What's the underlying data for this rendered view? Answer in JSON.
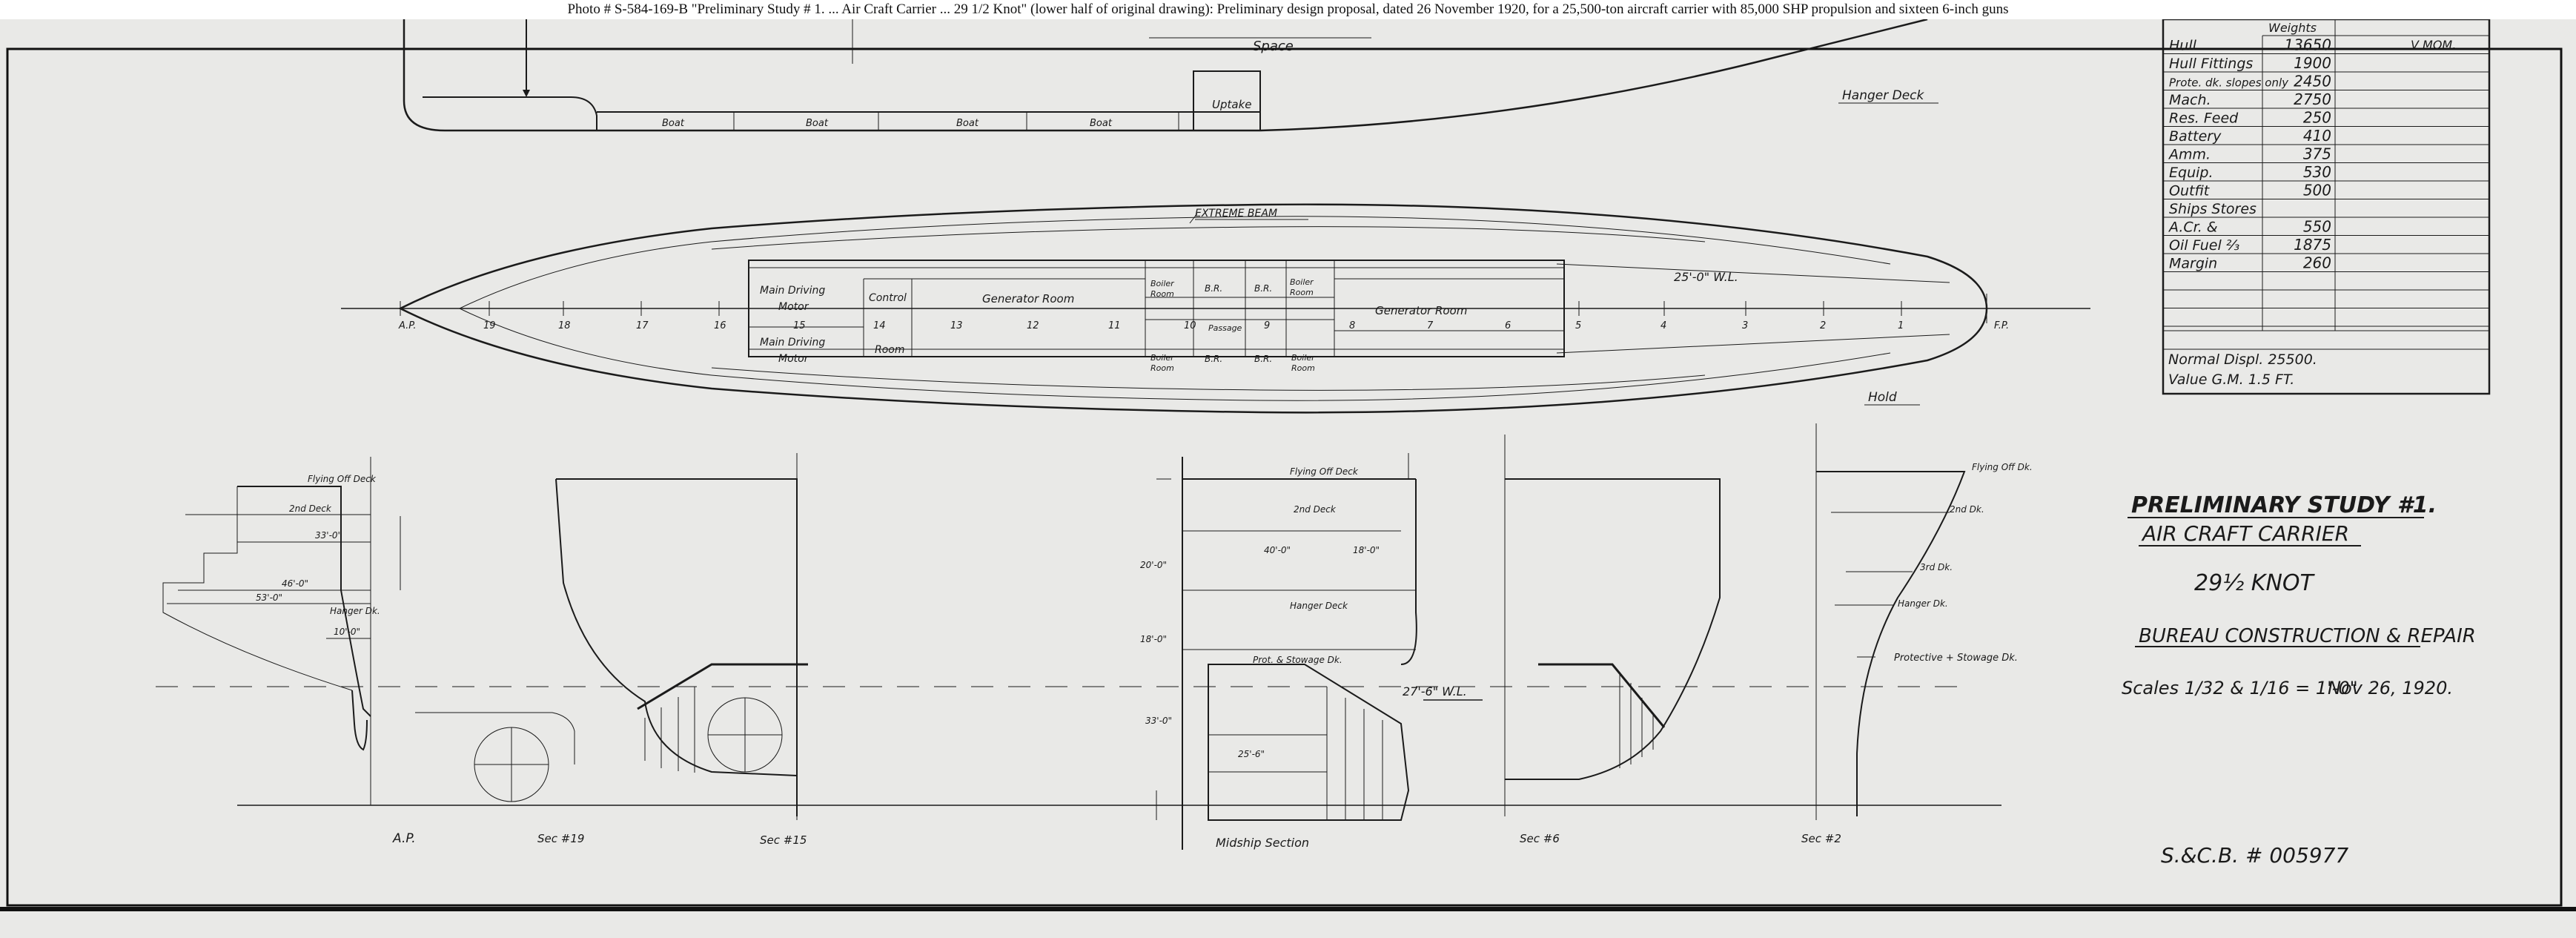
{
  "caption": "Photo # S-584-169-B \"Preliminary Study # 1. ... Air Craft Carrier ... 29 1/2 Knot\" (lower half of original drawing): Preliminary design proposal, dated 26 November 1920, for a 25,500-ton aircraft carrier with 85,000 SHP propulsion and sixteen 6-inch guns",
  "top_view": {
    "space_label": "Space",
    "boat_labels": [
      "Boat",
      "Boat",
      "Boat",
      "Boat"
    ],
    "uptake_label": "Uptake",
    "hangar_deck_label": "Hanger Deck",
    "hold_label": "Hold"
  },
  "plan": {
    "extreme_beam": "EXTREME BEAM",
    "waterline": "25'-0\" W.L.",
    "stations": [
      "A.P.",
      "19",
      "18",
      "17",
      "16",
      "15",
      "14",
      "13",
      "12",
      "11",
      "10",
      "9",
      "8",
      "7",
      "6",
      "5",
      "4",
      "3",
      "2",
      "1",
      "F.P."
    ],
    "rooms": {
      "main_motor_top": [
        "Main Driving",
        "Motor"
      ],
      "main_motor_bottom": [
        "Main Driving",
        "Motor"
      ],
      "control_top": "Control",
      "control_bottom": "Room",
      "gen_aft": "Generator Room",
      "gen_fwd": "Generator Room",
      "boiler_tl": [
        "Boiler",
        "Room"
      ],
      "br_t1": "B.R.",
      "br_t2": "B.R.",
      "boiler_tr": [
        "Boiler",
        "Room"
      ],
      "passage": "Passage",
      "boiler_bl": [
        "Boiler",
        "Room"
      ],
      "br_b1": "B.R.",
      "br_b2": "B.R.",
      "boiler_br": [
        "Boiler",
        "Room"
      ]
    }
  },
  "weights": {
    "col_weights": "Weights",
    "col_vmom": "V MOM.",
    "rows": [
      {
        "item": "Hull",
        "value": "13650"
      },
      {
        "item": "Hull Fittings",
        "value": "1900"
      },
      {
        "item": "Prote. dk. slopes only",
        "value": "2450"
      },
      {
        "item": "Mach.",
        "value": "2750"
      },
      {
        "item": "Res. Feed",
        "value": "250"
      },
      {
        "item": "Battery",
        "value": "410"
      },
      {
        "item": "Amm.",
        "value": "375"
      },
      {
        "item": "Equip.",
        "value": "530"
      },
      {
        "item": "Outfit",
        "value": "500"
      },
      {
        "item": "Ships Stores",
        "value": ""
      },
      {
        "item": "A.Cr. &",
        "value": "550"
      },
      {
        "item": "Oil Fuel ⅔",
        "value": "1875"
      },
      {
        "item": "Margin",
        "value": "260"
      }
    ],
    "normal_displ": "Normal Displ. 25500.",
    "value_gm": "Value G.M.  1.5 FT."
  },
  "title_block": {
    "line1": "PRELIMINARY STUDY #1.",
    "line2": "AIR CRAFT CARRIER",
    "line3": "29½ KNOT",
    "line4": "BUREAU CONSTRUCTION & REPAIR",
    "scales": "Scales 1/32 & 1/16 = 1'-0\"",
    "date": "Nov 26, 1920.",
    "drawing_no": "S.&C.B. # 005977"
  },
  "sections": {
    "labels": [
      "A.P.",
      "Sec #19",
      "Sec #15",
      "Midship Section",
      "Sec #6",
      "Sec #2"
    ],
    "flying_off_deck": "Flying Off Deck",
    "second_deck": "2nd Deck",
    "hanger_deck": "Hanger Deck",
    "prot_deck": "Prot. & Stowage Dk.",
    "dims_left": [
      "33'-0\"",
      "46'-0\"",
      "53'-0\"",
      "10'-0\"",
      "Hanger Dk."
    ],
    "dims_mid": [
      "40'-0\"",
      "18'-0\"",
      "20'-0\"",
      "18'-0\"",
      "33'-0\"",
      "25'-6\"",
      "27'-6\" W.L."
    ],
    "right_decks": [
      "Flying Off Dk.",
      "2nd Dk.",
      "3rd Dk.",
      "Hanger Dk.",
      "Protective + Stowage Dk."
    ]
  },
  "colors": {
    "paper": "#e9e9e7",
    "ink": "#1b1b1b",
    "frame": "#000000"
  }
}
